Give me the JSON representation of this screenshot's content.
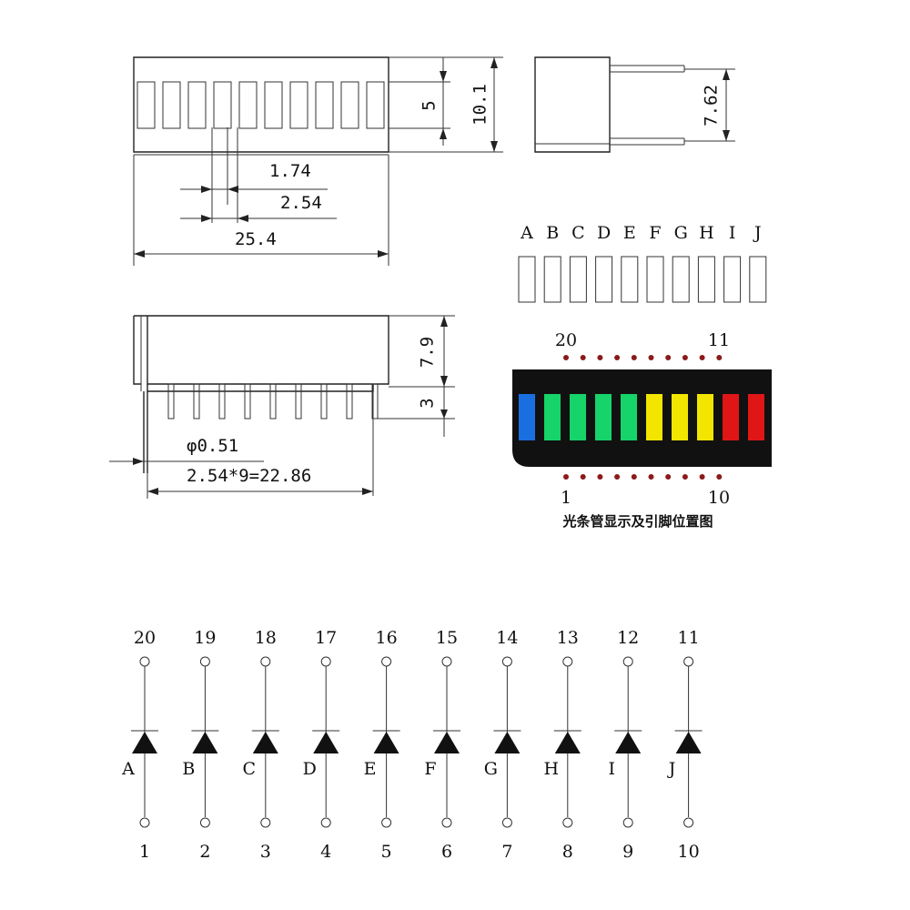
{
  "dimensions": {
    "height_overall": "10.1",
    "height_window": "5",
    "pin_row_spacing": "7.62",
    "segment_width": "1.74",
    "pitch": "2.54",
    "length": "25.4",
    "body_height": "7.9",
    "pin_length": "3",
    "pin_diameter": "φ0.51",
    "pin_span": "2.54*9=22.86"
  },
  "segment_letters": [
    "A",
    "B",
    "C",
    "D",
    "E",
    "F",
    "G",
    "H",
    "I",
    "J"
  ],
  "display": {
    "top_left_pin": "20",
    "top_right_pin": "11",
    "bottom_left_pin": "1",
    "bottom_right_pin": "10",
    "caption": "光条管显示及引脚位置图",
    "segment_colors": [
      "#1a6fe0",
      "#16d46a",
      "#16d46a",
      "#16d46a",
      "#16d46a",
      "#f2e600",
      "#f2e600",
      "#f2e600",
      "#e01616",
      "#e01616"
    ],
    "dot_color": "#8b1a1a"
  },
  "schematic": {
    "top_pins": [
      "20",
      "19",
      "18",
      "17",
      "16",
      "15",
      "14",
      "13",
      "12",
      "11"
    ],
    "letters": [
      "A",
      "B",
      "C",
      "D",
      "E",
      "F",
      "G",
      "H",
      "I",
      "J"
    ],
    "bottom_pins": [
      "1",
      "2",
      "3",
      "4",
      "5",
      "6",
      "7",
      "8",
      "9",
      "10"
    ]
  }
}
